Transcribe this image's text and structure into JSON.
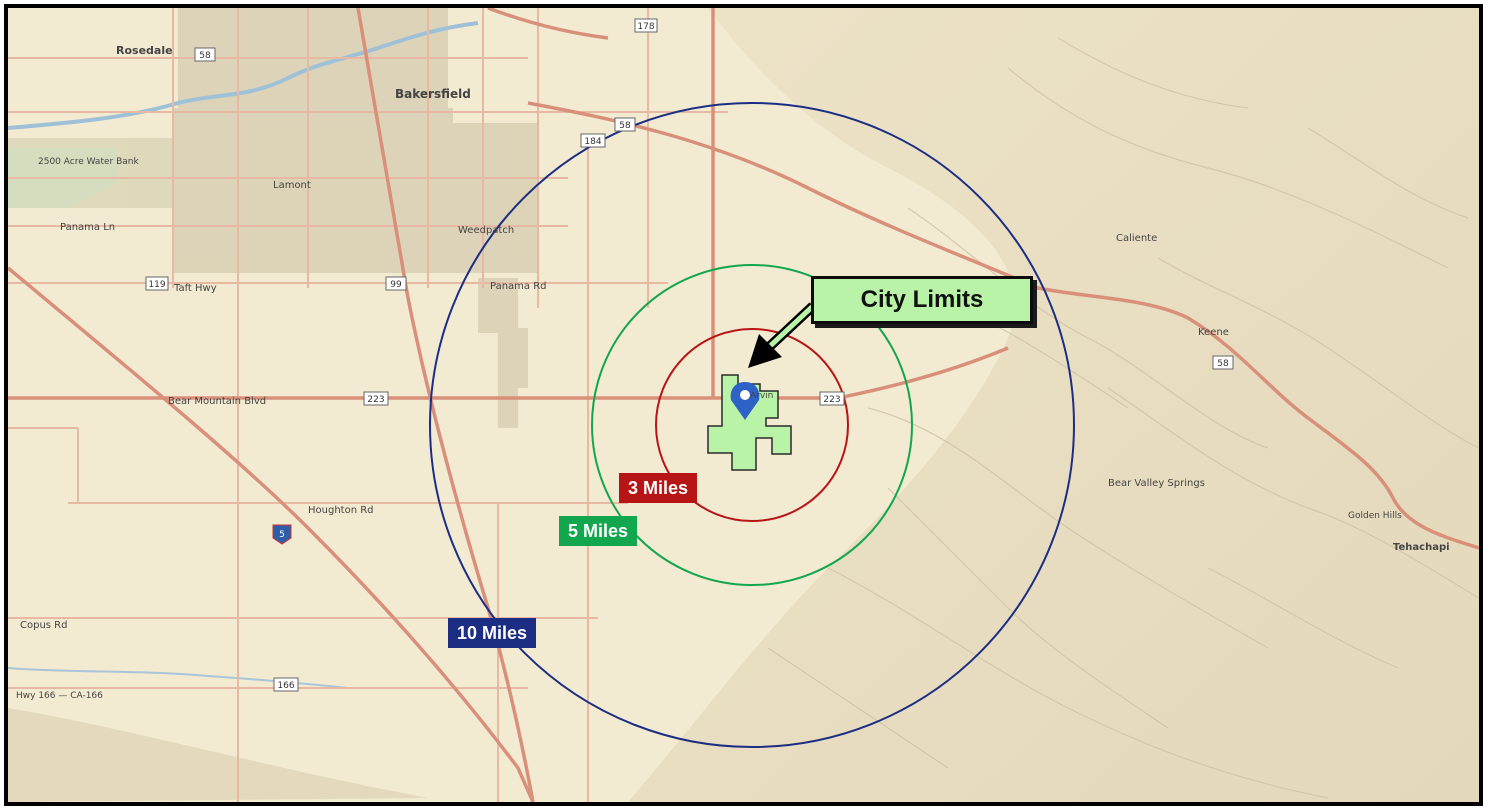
{
  "map": {
    "callout": {
      "label": "City Limits",
      "color": "#b8f3a8"
    },
    "radius_rings": [
      {
        "label": "3 Miles",
        "color": "#b71515"
      },
      {
        "label": "5 Miles",
        "color": "#12a64e"
      },
      {
        "label": "10 Miles",
        "color": "#1c2e84"
      }
    ],
    "place_labels": {
      "rosedale": "Rosedale",
      "bakersfield": "Bakersfield",
      "lebec_park": "2500 Acre Water Bank",
      "lamont": "Lamont",
      "panama": "Panama Ln",
      "pumpkin": "Panama Rd",
      "bear_mountain_blvd": "Bear Mountain Blvd",
      "houghton": "Houghton Rd",
      "copus": "Copus Rd",
      "la_hacienda": "Caliente",
      "keene": "Keene",
      "bear_valley_springs": "Bear Valley Springs",
      "golden_hills": "Golden Hills",
      "tehachapi": "Tehachapi",
      "taft_hwy": "Taft Hwy",
      "arvin": "Arvin",
      "weedpatch": "Weedpatch",
      "hwy_200": "Hwy 166 — CA-166"
    },
    "highway_shields": {
      "hwy_58": "58",
      "hwy_178": "178",
      "hwy_184": "184",
      "hwy_99": "99",
      "hwy_119": "119",
      "hwy_223a": "223",
      "hwy_223b": "223",
      "hwy_5": "5",
      "hwy_58_east": "58",
      "hwy_166": "166"
    },
    "colors": {
      "land": "#f3ead2",
      "road_major": "#d9907a",
      "road_minor": "#e7b9a3",
      "urban": "#d8d0b4",
      "city_fill": "#b8f3a8",
      "marker": "#2f62c6"
    }
  }
}
